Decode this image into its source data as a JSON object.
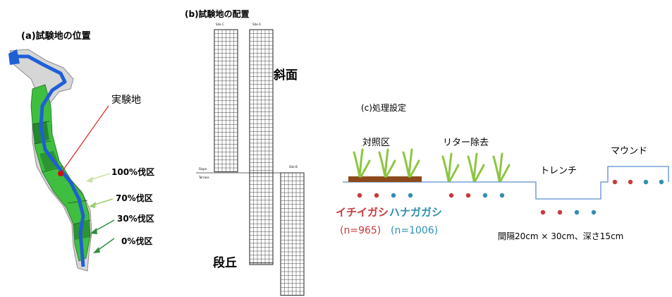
{
  "panel_a": {
    "title": "(a)試験地の位置",
    "site_label": "実験地",
    "cut_labels": [
      "100%伐区",
      "70%伐区",
      "30%伐区",
      "0%伐区"
    ]
  },
  "panel_b": {
    "title": "(b)試験地の配置",
    "slope_label": "斜面",
    "terrace_label": "段丘",
    "site_c": "Site C",
    "site_a": "Site A",
    "site_b": "Site B",
    "slope_small": "Slope",
    "terrace_small": "Terrace"
  },
  "panel_c": {
    "title": "(c)処理設定",
    "treatments": [
      "対照区",
      "リター除去",
      "トレンチ",
      "マウンド"
    ],
    "species1": "イチイガシ",
    "species1_n": "(n=965)",
    "species2": "ハナガガシ",
    "species2_n": "(n=1006)",
    "spacing_note": "間隔20cm × 30cm、深さ15cm",
    "colors": {
      "species1": "#c8393d",
      "species2": "#2f8fb0",
      "line": "#5b8fcf",
      "litter": "#8b4a1c",
      "grass": "#8cc63f"
    }
  }
}
